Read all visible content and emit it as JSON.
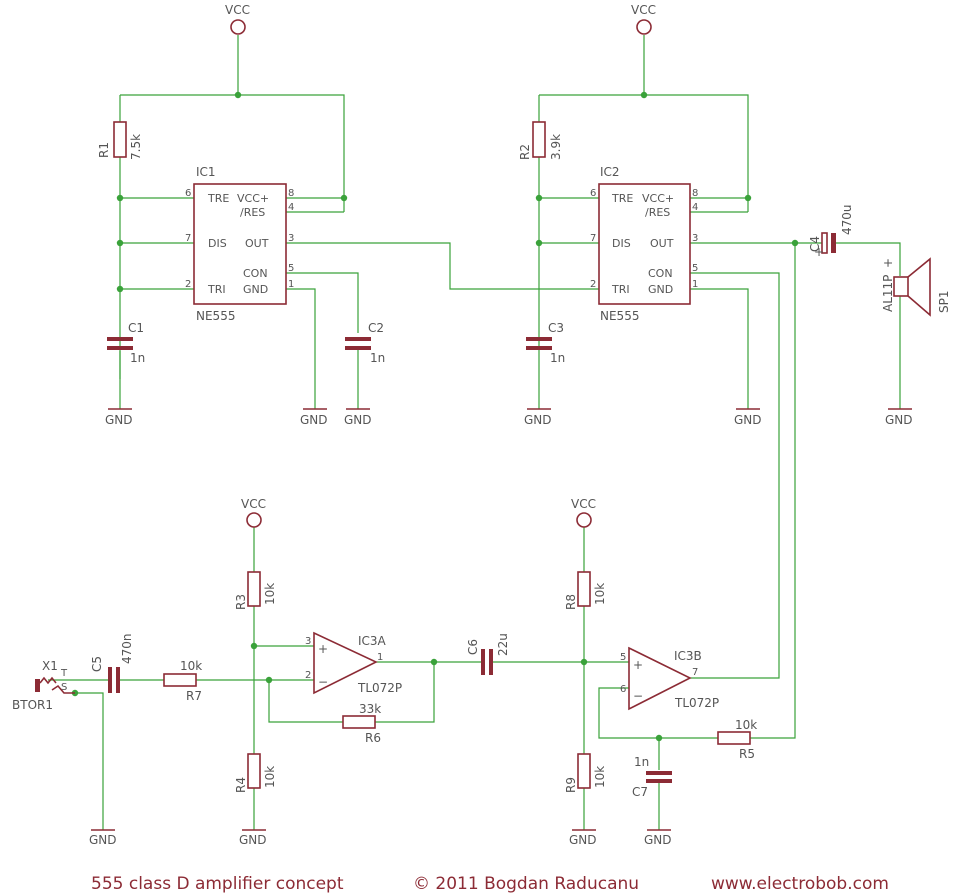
{
  "supply": {
    "vcc": "VCC",
    "gnd": "GND"
  },
  "ic1": {
    "name": "IC1",
    "part": "NE555",
    "pins": {
      "tre": "TRE",
      "vcc": "VCC+",
      "res": "/RES",
      "dis": "DIS",
      "out": "OUT",
      "con": "CON",
      "tri": "TRI",
      "gnd": "GND"
    },
    "nums": {
      "p6": "6",
      "p7": "7",
      "p2": "2",
      "p8": "8",
      "p4": "4",
      "p3": "3",
      "p5": "5",
      "p1": "1"
    }
  },
  "ic2": {
    "name": "IC2",
    "part": "NE555",
    "pins": {
      "tre": "TRE",
      "vcc": "VCC+",
      "res": "/RES",
      "dis": "DIS",
      "out": "OUT",
      "con": "CON",
      "tri": "TRI",
      "gnd": "GND"
    },
    "nums": {
      "p6": "6",
      "p7": "7",
      "p2": "2",
      "p8": "8",
      "p4": "4",
      "p3": "3",
      "p5": "5",
      "p1": "1"
    }
  },
  "ic3a": {
    "name": "IC3A",
    "part": "TL072P",
    "plus": "3",
    "minus": "2",
    "out": "1"
  },
  "ic3b": {
    "name": "IC3B",
    "part": "TL072P",
    "plus": "5",
    "minus": "6",
    "out": "7"
  },
  "parts": {
    "r1": {
      "name": "R1",
      "value": "7.5k"
    },
    "r2": {
      "name": "R2",
      "value": "3.9k"
    },
    "r3": {
      "name": "R3",
      "value": "10k"
    },
    "r4": {
      "name": "R4",
      "value": "10k"
    },
    "r5": {
      "name": "R5",
      "value": "10k"
    },
    "r6": {
      "name": "R6",
      "value": "33k"
    },
    "r7": {
      "name": "R7",
      "value": "10k"
    },
    "r8": {
      "name": "R8",
      "value": "10k"
    },
    "r9": {
      "name": "R9",
      "value": "10k"
    },
    "c1": {
      "name": "C1",
      "value": "1n"
    },
    "c2": {
      "name": "C2",
      "value": "1n"
    },
    "c3": {
      "name": "C3",
      "value": "1n"
    },
    "c4": {
      "name": "C4",
      "value": "470u"
    },
    "c5": {
      "name": "C5",
      "value": "470n"
    },
    "c6": {
      "name": "C6",
      "value": "22u"
    },
    "c7": {
      "name": "C7",
      "value": "1n"
    },
    "sp1": {
      "name": "SP1",
      "value": "AL11P"
    },
    "x1": {
      "name": "X1",
      "value": "BTOR1",
      "t": "T",
      "s": "S"
    }
  },
  "plus_sign": "+",
  "minus_sign": "−",
  "footer": {
    "title": "555 class D amplifier concept",
    "copyright": "© 2011 Bogdan Raducanu",
    "url": "www.electrobob.com"
  },
  "colors": {
    "wire": "#3aa23a",
    "component": "#8c2b35",
    "text": "#555555"
  }
}
